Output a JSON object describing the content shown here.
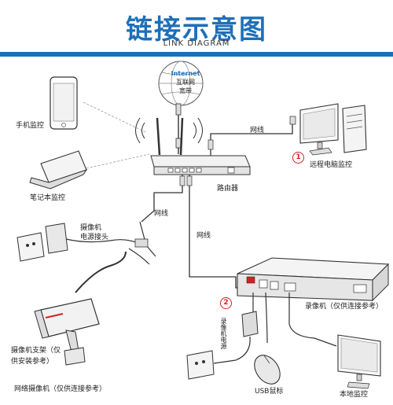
{
  "header": {
    "title": "链接示意图",
    "subtitle": "LINK DIAGRAM"
  },
  "internet": {
    "line1": "Internet",
    "line2": "互联网",
    "line3": "宽带"
  },
  "labels": {
    "phone": "手机监控",
    "laptop": "笔记本监控",
    "router": "路由器",
    "remote_pc": "远程电脑监控",
    "cam_power_l1": "摄像机",
    "cam_power_l2": "电源接头",
    "cam_bracket_l1": "摄像机支架（仅",
    "cam_bracket_l2": "供安装参考）",
    "cam_net": "网络摄像机（仅供连接参考）",
    "nvr_power": "录像机电源",
    "usb_mouse": "USB鼠标",
    "local_monitor": "本地监控",
    "nvr": "录像机（仅供连接参考）",
    "net_cable_1": "网线",
    "net_cable_2": "网线",
    "net_cable_3": "网线"
  },
  "badges": {
    "one": "1",
    "two": "2"
  },
  "colors": {
    "accent": "#1e6fb8",
    "badge": "#d42020",
    "line": "#333333"
  }
}
